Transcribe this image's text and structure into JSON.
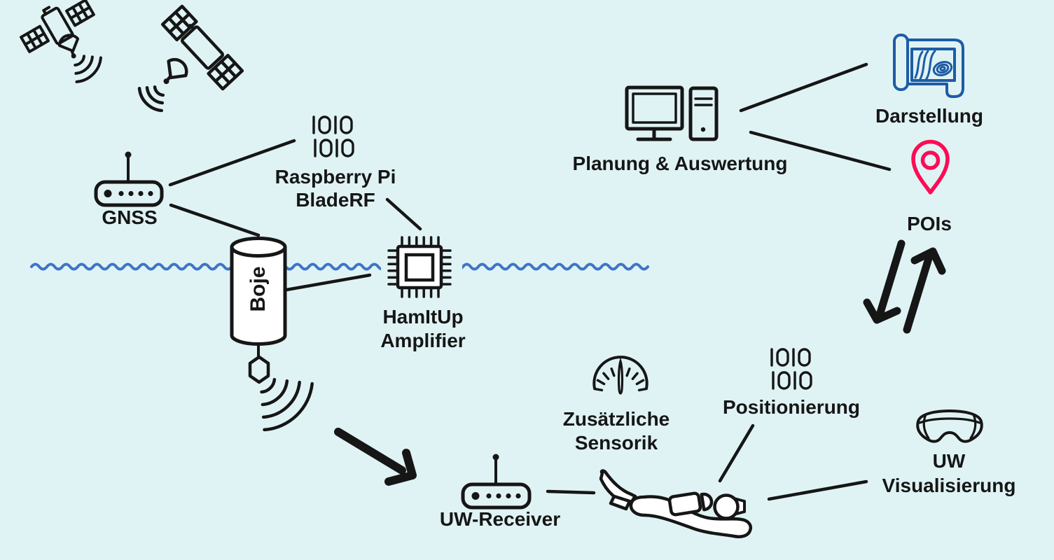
{
  "diagram_title": "Unterwasser-Navigationssystem Diagramm",
  "colors": {
    "background": "#e0f3f4",
    "ink": "#161616",
    "water_blue": "#3b76c8",
    "map_blue": "#1d5ca6",
    "poi_pink": "#fb0d55"
  },
  "labels": {
    "gnss": "GNSS",
    "raspberry_line1": "Raspberry Pi",
    "raspberry_line2": "BladeRF",
    "boje": "Boje",
    "hamitup_line1": "HamItUp",
    "hamitup_line2": "Amplifier",
    "planung": "Planung & Auswertung",
    "darstellung": "Darstellung",
    "pois": "POIs",
    "uw_receiver": "UW-Receiver",
    "sensorik_line1": "Zusätzliche",
    "sensorik_line2": "Sensorik",
    "positionierung": "Positionierung",
    "uw_vis_line1": "UW",
    "uw_vis_line2": "Visualisierung"
  },
  "icons": [
    "satellite-icon",
    "satellite-icon",
    "binary-code-icon",
    "gnss-receiver-icon",
    "buoy-icon",
    "transducer-icon",
    "sound-waves-icon",
    "chip-icon",
    "desktop-computer-icon",
    "map-scroll-icon",
    "location-pin-icon",
    "exchange-arrows-icon",
    "thick-arrow-icon",
    "uw-receiver-icon",
    "gauge-icon",
    "diver-icon",
    "binary-code-icon",
    "hololens-icon",
    "waterline-icon"
  ]
}
